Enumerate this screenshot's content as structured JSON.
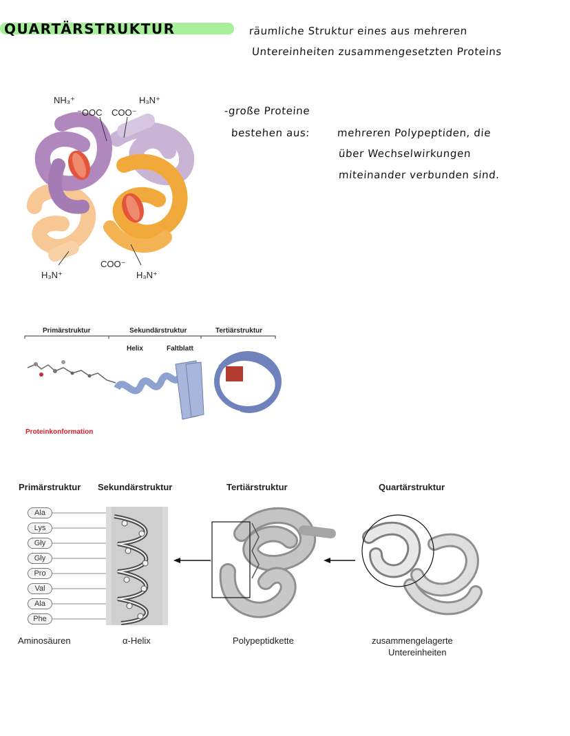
{
  "header": {
    "title": "QUARTÄRSTRUKTUR",
    "definition": [
      "räumliche Struktur eines aus mehreren",
      "Untereinheiten zusammengesetzten Proteins"
    ]
  },
  "notes": {
    "line1": "-große Proteine",
    "prefix": "bestehen aus:",
    "lines": [
      "mehreren Polypeptiden, die",
      "über Wechselwirkungen",
      "miteinander verbunden sind."
    ]
  },
  "hemoglobin_labels": {
    "nh3": "NH₃⁺",
    "ooc": "⁻OOC",
    "coo_top": "COO⁻",
    "h3n_top": "H₃N⁺",
    "coo_bottom": "COO⁻",
    "h3n_bottom_left": "H₃N⁺",
    "h3n_bottom_right": "H₃N⁺"
  },
  "conformation_figure": {
    "primary": "Primärstruktur",
    "secondary": "Sekundärstruktur",
    "tertiary": "Tertiärstruktur",
    "helix": "Helix",
    "sheet": "Faltblatt",
    "caption": "Proteinkonformation"
  },
  "structure_figure": {
    "primary": "Primärstruktur",
    "secondary": "Sekundärstruktur",
    "tertiary": "Tertiärstruktur",
    "quaternary": "Quartärstruktur",
    "amino_acids": [
      "Ala",
      "Lys",
      "Gly",
      "Gly",
      "Pro",
      "Val",
      "Ala",
      "Phe"
    ],
    "caption_aa": "Aminosäuren",
    "caption_helix": "α-Helix",
    "caption_chain": "Polypeptidkette",
    "caption_subunits_1": "zusammengelagerte",
    "caption_subunits_2": "Untereinheiten"
  }
}
